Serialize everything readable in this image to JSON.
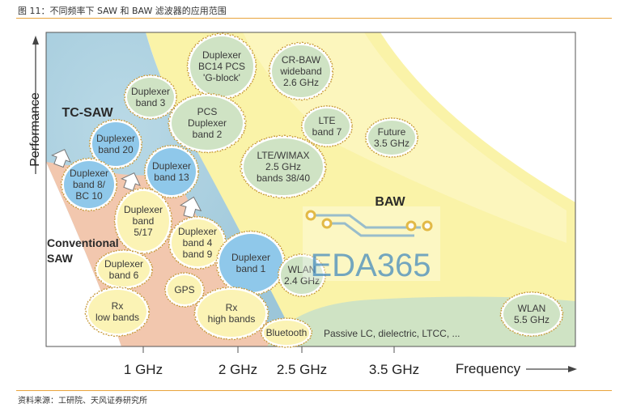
{
  "figure": {
    "title": "图 11：不同频率下 SAW 和 BAW 滤波器的应用范围",
    "source": "资料来源：工研院、天风证券研究所"
  },
  "axes": {
    "y_label": "Performance",
    "x_label": "Frequency",
    "x_ticks": [
      "1 GHz",
      "2 GHz",
      "2.5 GHz",
      "3.5 GHz"
    ]
  },
  "regions": {
    "tc_saw": "TC-SAW",
    "baw": "BAW",
    "conventional_saw": [
      "Conventional",
      "SAW"
    ],
    "passive": "Passive LC, dielectric, LTCC, ..."
  },
  "bubbles": [
    {
      "id": "duplexer-bc14-pcs",
      "lines": [
        "Duplexer",
        "BC14 PCS",
        "'G-block'"
      ],
      "fill": "#cfe3c4"
    },
    {
      "id": "cr-baw-wideband",
      "lines": [
        "CR-BAW",
        "wideband",
        "2.6 GHz"
      ],
      "fill": "#cfe3c4"
    },
    {
      "id": "duplexer-band-3",
      "lines": [
        "Duplexer",
        "band 3"
      ],
      "fill": "#cfe3c4"
    },
    {
      "id": "pcs-duplexer-band-2",
      "lines": [
        "PCS",
        "Duplexer",
        "band 2"
      ],
      "fill": "#cfe3c4"
    },
    {
      "id": "lte-band-7",
      "lines": [
        "LTE",
        "band 7"
      ],
      "fill": "#cfe3c4"
    },
    {
      "id": "future-3-5-ghz",
      "lines": [
        "Future",
        "3.5 GHz"
      ],
      "fill": "#cfe3c4"
    },
    {
      "id": "duplexer-band-20",
      "lines": [
        "Duplexer",
        "band 20"
      ],
      "fill": "#8fc8ea"
    },
    {
      "id": "lte-wimax",
      "lines": [
        "LTE/WIMAX",
        "2.5 GHz",
        "bands 38/40"
      ],
      "fill": "#cfe3c4"
    },
    {
      "id": "duplexer-band-13",
      "lines": [
        "Duplexer",
        "band 13"
      ],
      "fill": "#8fc8ea"
    },
    {
      "id": "duplexer-band-8-10",
      "lines": [
        "Duplexer",
        "band 8/",
        "BC 10"
      ],
      "fill": "#8fc8ea"
    },
    {
      "id": "duplexer-band-5-17",
      "lines": [
        "Duplexer",
        "band",
        "5/17"
      ],
      "fill": "#fbf3b5"
    },
    {
      "id": "duplexer-band-4-9",
      "lines": [
        "Duplexer",
        "band 4",
        "band 9"
      ],
      "fill": "#fbf3b5"
    },
    {
      "id": "duplexer-band-1",
      "lines": [
        "Duplexer",
        "band 1"
      ],
      "fill": "#8fc8ea"
    },
    {
      "id": "wlan-2-4",
      "lines": [
        "WLAN",
        "2.4 GHz"
      ],
      "fill": "#cfe3c4"
    },
    {
      "id": "duplexer-band-6",
      "lines": [
        "Duplexer",
        "band 6"
      ],
      "fill": "#fbf3b5"
    },
    {
      "id": "gps",
      "lines": [
        "GPS"
      ],
      "fill": "#fbf3b5"
    },
    {
      "id": "rx-low-bands",
      "lines": [
        "Rx",
        "low bands"
      ],
      "fill": "#fbf3b5"
    },
    {
      "id": "rx-high-bands",
      "lines": [
        "Rx",
        "high bands"
      ],
      "fill": "#fbf3b5"
    },
    {
      "id": "bluetooth",
      "lines": [
        "Bluetooth"
      ],
      "fill": "#fbf3b5"
    },
    {
      "id": "wlan-5-5",
      "lines": [
        "WLAN",
        "5.5 GHz"
      ],
      "fill": "#cfe3c4"
    }
  ],
  "watermark": {
    "text": "EDA365"
  },
  "colors": {
    "tc_saw_region": "#a9cfe0",
    "conventional_saw_region": "#f2c7ae",
    "baw_region": "#faf3a8",
    "passive_region": "#cfe3c4",
    "accent_rule": "#e8a33c",
    "watermark_text": "#4a8fc0",
    "watermark_trace": "#8fb8cf"
  }
}
